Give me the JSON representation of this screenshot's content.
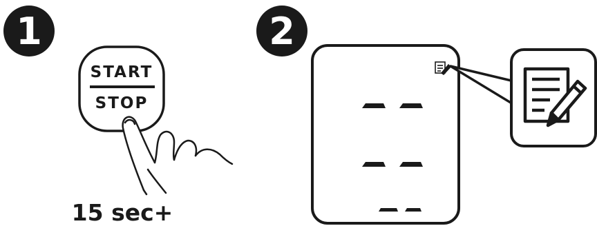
{
  "step1": {
    "number": "1",
    "button_top_label": "START",
    "button_bottom_label": "STOP",
    "duration_label": "15 sec+"
  },
  "step2": {
    "number": "2",
    "icon": "memo-edit-icon",
    "display_icon": "memo-edit-icon"
  },
  "colors": {
    "ink": "#1a1a1a",
    "background": "#ffffff"
  }
}
